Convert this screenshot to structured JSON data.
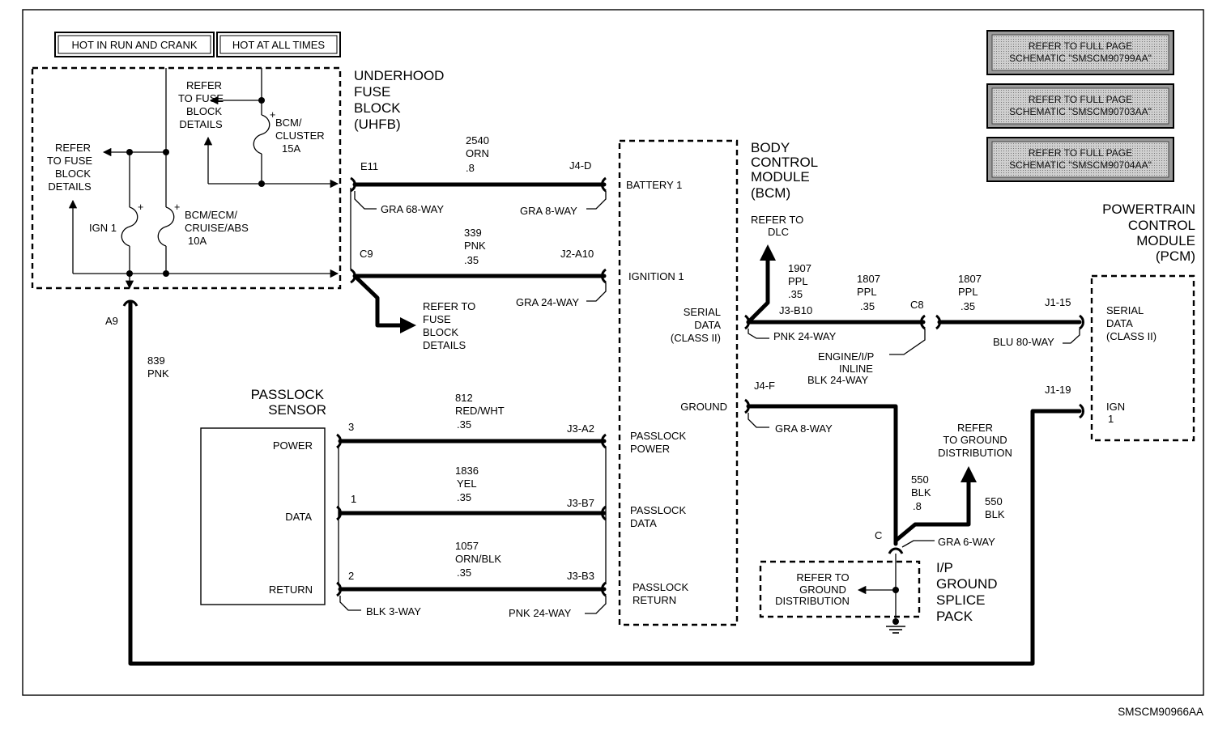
{
  "legend": {
    "hot_run_crank": "HOT IN RUN AND CRANK",
    "hot_all_times": "HOT AT ALL TIMES"
  },
  "references": [
    {
      "line1": "REFER TO FULL PAGE",
      "line2": "SCHEMATIC \"SMSCM90799AA\""
    },
    {
      "line1": "REFER TO FULL PAGE",
      "line2": "SCHEMATIC \"SMSCM90703AA\""
    },
    {
      "line1": "REFER TO FULL PAGE",
      "line2": "SCHEMATIC \"SMSCM90704AA\""
    }
  ],
  "uhfb": {
    "title": [
      "UNDERHOOD",
      "FUSE",
      "BLOCK",
      "(UHFB)"
    ],
    "refer_top": [
      "REFER",
      "TO FUSE",
      "BLOCK",
      "DETAILS"
    ],
    "refer_left": [
      "REFER",
      "TO FUSE",
      "BLOCK",
      "DETAILS"
    ],
    "fuse_cluster": [
      "BCM/",
      "CLUSTER",
      "15A"
    ],
    "fuse_ign": "IGN 1",
    "fuse_bcm": [
      "BCM/ECM/",
      "CRUISE/ABS",
      "10A"
    ],
    "pin_a9": "A9",
    "pin_e11": "E11",
    "pin_c9": "C9"
  },
  "wires": {
    "w2540": [
      "2540",
      "ORN",
      ".8"
    ],
    "w339": [
      "339",
      "PNK",
      ".35"
    ],
    "w839": [
      "839",
      "PNK"
    ],
    "w812": [
      "812",
      "RED/WHT",
      ".35"
    ],
    "w1836": [
      "1836",
      "YEL",
      ".35"
    ],
    "w1057": [
      "1057",
      "ORN/BLK",
      ".35"
    ],
    "w1907": [
      "1907",
      "PPL",
      ".35"
    ],
    "w1807a": [
      "1807",
      "PPL",
      ".35"
    ],
    "w1807b": [
      "1807",
      "PPL",
      ".35"
    ],
    "w550a": [
      "550",
      "BLK",
      ".8"
    ],
    "w550b": [
      "550",
      "BLK"
    ]
  },
  "connectors": {
    "gra68": "GRA 68-WAY",
    "gra8_top": "GRA 8-WAY",
    "gra24": "GRA 24-WAY",
    "j4d": "J4-D",
    "j2a10": "J2-A10",
    "j3b10": "J3-B10",
    "pnk24_top": "PNK 24-WAY",
    "c8": "C8",
    "j115": "J1-15",
    "blu80": "BLU 80-WAY",
    "engine_inline": [
      "ENGINE/I/P",
      "INLINE",
      "BLK 24-WAY"
    ],
    "j4f": "J4-F",
    "gra8_mid": "GRA 8-WAY",
    "j119": "J1-19",
    "c_pin": "C",
    "gra6": "GRA 6-WAY",
    "j3a2": "J3-A2",
    "j3b7": "J3-B7",
    "j3b3": "J3-B3",
    "pin3": "3",
    "pin1": "1",
    "pin2": "2",
    "blk3": "BLK 3-WAY",
    "pnk24_bot": "PNK 24-WAY"
  },
  "uhfb_refer_bottom": [
    "REFER TO",
    "FUSE",
    "BLOCK",
    "DETAILS"
  ],
  "bcm": {
    "title": [
      "BODY",
      "CONTROL",
      "MODULE",
      "(BCM)"
    ],
    "battery": "BATTERY 1",
    "ignition": "IGNITION 1",
    "serial": [
      "SERIAL",
      "DATA",
      "(CLASS II)"
    ],
    "ground": "GROUND",
    "pl_power": [
      "PASSLOCK",
      "POWER"
    ],
    "pl_data": [
      "PASSLOCK",
      "DATA"
    ],
    "pl_return": [
      "PASSLOCK",
      "RETURN"
    ]
  },
  "refer_dlc": [
    "REFER TO",
    "DLC"
  ],
  "pcm": {
    "title": [
      "POWERTRAIN",
      "CONTROL",
      "MODULE",
      "(PCM)"
    ],
    "serial": [
      "SERIAL",
      "DATA",
      "(CLASS II)"
    ],
    "ign": [
      "IGN",
      "1"
    ]
  },
  "passlock": {
    "title": [
      "PASSLOCK",
      "SENSOR"
    ],
    "power": "POWER",
    "data": "DATA",
    "return": "RETURN"
  },
  "ground_ref": [
    "REFER",
    "TO GROUND",
    "DISTRIBUTION"
  ],
  "splice": {
    "title": [
      "I/P",
      "GROUND",
      "SPLICE",
      "PACK"
    ],
    "refer": [
      "REFER TO",
      "GROUND",
      "DISTRIBUTION"
    ]
  },
  "figure_id": "SMSCM90966AA"
}
